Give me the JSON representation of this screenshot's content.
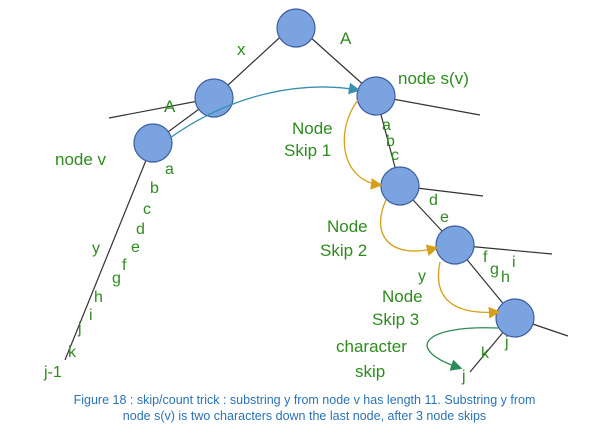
{
  "colors": {
    "node_fill": "#7ba3e0",
    "node_stroke": "#3c5f9e",
    "line": "#333333",
    "text": "#2e8b1e",
    "caption": "#2b73b8",
    "arrow_blue": "#3a8fb0",
    "arrow_orange": "#d4a017",
    "arrow_green": "#2e8b57"
  },
  "labels": {
    "x": "x",
    "A_top": "A",
    "A_left": "A",
    "node_v": "node v",
    "node_sv": "node s(v)",
    "skip1_line1": "Node",
    "skip1_line2": "Skip 1",
    "skip2_line1": "Node",
    "skip2_line2": "Skip 2",
    "skip3_line1": "Node",
    "skip3_line2": "Skip 3",
    "char_line1": "character",
    "char_line2": "skip",
    "j_minus_1": "j-1",
    "k_left": "k",
    "j_left": "j",
    "i_left": "i",
    "h_left": "h",
    "g_left": "g",
    "f_left": "f",
    "y_left": "y",
    "e_left": "e",
    "d_left": "d",
    "c_left": "c",
    "b_left": "b",
    "a_left": "a",
    "a_right": "a",
    "b_right": "b",
    "c_right": "c",
    "d_right": "d",
    "e_right": "e",
    "y_right": "y",
    "f_right": "f",
    "g_right": "g",
    "h_right": "h",
    "i_right": "i",
    "j_right": "j",
    "k_right": "k",
    "j_bottom": "j"
  },
  "caption": {
    "line1": "Figure 18 : skip/count trick : substring y from node v has length 11. Substring y from",
    "line2": "node s(v) is two characters down the last node, after 3 node skips"
  }
}
